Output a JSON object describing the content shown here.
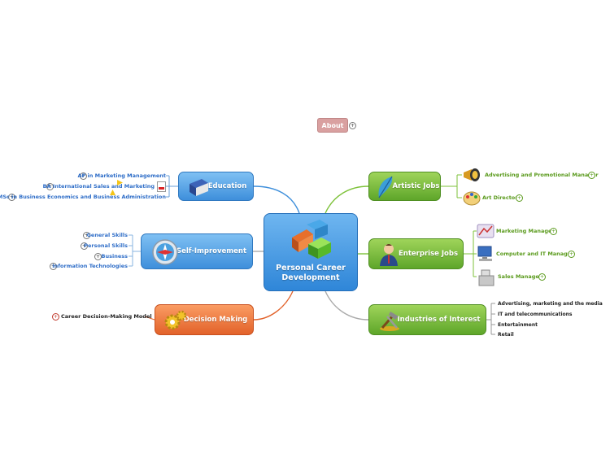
{
  "about": {
    "label": "About"
  },
  "central": {
    "label_line1": "Personal Career",
    "label_line2": "Development"
  },
  "branches": {
    "education": {
      "label": "Education"
    },
    "self_improvement": {
      "label": "Self-Improvement"
    },
    "decision_making": {
      "label": "Decision Making"
    },
    "artistic_jobs": {
      "label": "Artistic Jobs"
    },
    "enterprise_jobs": {
      "label": "Enterprise Jobs"
    },
    "industries": {
      "label": "Industries of Interest"
    }
  },
  "education_items": [
    "AP in Marketing Management",
    "BA International Sales and Marketing",
    "MSc in Business Economics and Business Administration"
  ],
  "self_improvement_items": [
    "General Skills",
    "Personal Skills",
    "Business",
    "Information Technologies"
  ],
  "decision_items": [
    "Career Decision-Making Model"
  ],
  "artistic_items": [
    "Advertising and Promotional Manager",
    "Art Director"
  ],
  "enterprise_items": [
    "Marketing Manager",
    "Computer and IT Manager",
    "Sales Manager"
  ],
  "industries_items": [
    "Advertising, marketing and the media",
    "IT and telecommunications",
    "Entertainment",
    "Retail"
  ],
  "expander_symbol": "+",
  "colors": {
    "blue": "#3e8fdb",
    "green": "#5ea62a",
    "orange": "#e2622a",
    "about": "#d9a0a0"
  }
}
